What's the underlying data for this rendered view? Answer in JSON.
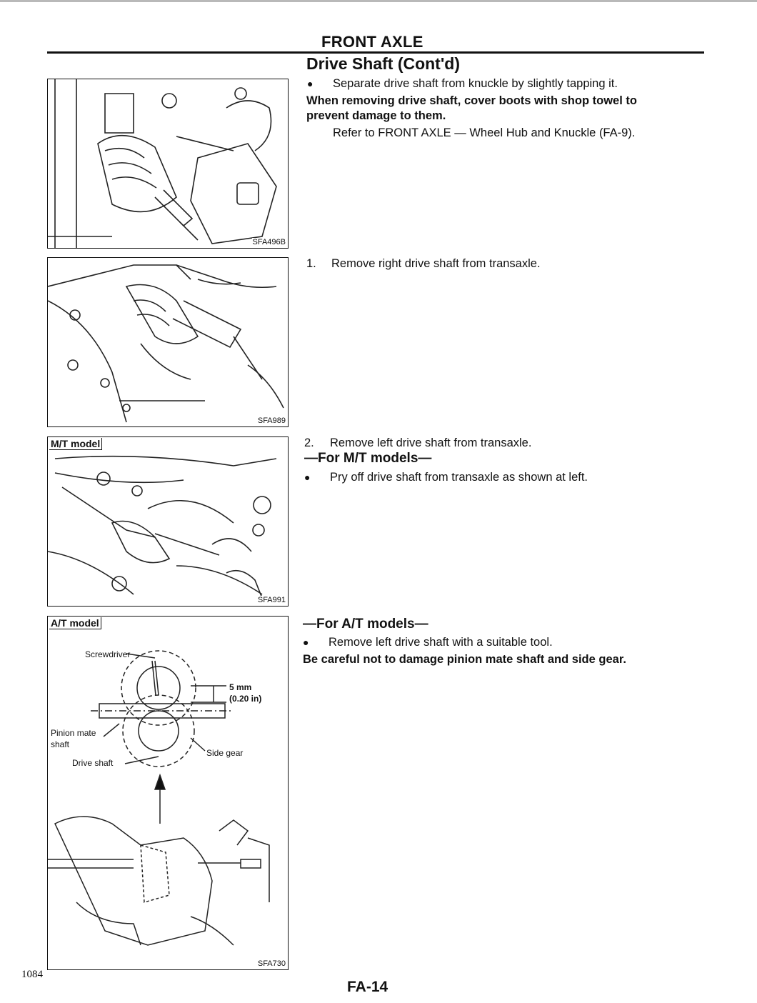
{
  "header": {
    "section_title": "FRONT AXLE",
    "subtitle": "Drive Shaft (Cont'd)"
  },
  "figures": [
    {
      "code": "SFA496B",
      "model": ""
    },
    {
      "code": "SFA989",
      "model": ""
    },
    {
      "code": "SFA991",
      "model": "M/T model"
    },
    {
      "code": "SFA730",
      "model": "A/T model",
      "labels": {
        "screwdriver": "Screwdriver",
        "dimension_mm": "5 mm",
        "dimension_in": "(0.20 in)",
        "pinion_mate_1": "Pinion mate",
        "pinion_mate_2": "shaft",
        "side_gear": "Side gear",
        "drive_shaft": "Drive shaft"
      }
    }
  ],
  "steps": {
    "s1_bullet": "Separate drive shaft from knuckle by slightly tapping it.",
    "s1_caution_1": "When removing drive shaft, cover boots with shop towel to",
    "s1_caution_2": "prevent damage to them.",
    "s1_ref": "Refer to FRONT AXLE — Wheel Hub and Knuckle (FA-9).",
    "s2_number": "1.",
    "s2_text": "Remove right drive shaft from transaxle.",
    "s3_number": "2.",
    "s3_text": "Remove left drive shaft from transaxle.",
    "s3_heading": "—For M/T models—",
    "s3_bullet": "Pry off drive shaft from transaxle as shown at left.",
    "s4_heading": "—For A/T models—",
    "s4_bullet": "Remove left drive shaft with a suitable tool.",
    "s4_caution": "Be careful not to damage pinion mate shaft and side gear.",
    "bullet_glyph": "●"
  },
  "footer": {
    "page_number": "FA-14",
    "scan_number": "1084"
  }
}
